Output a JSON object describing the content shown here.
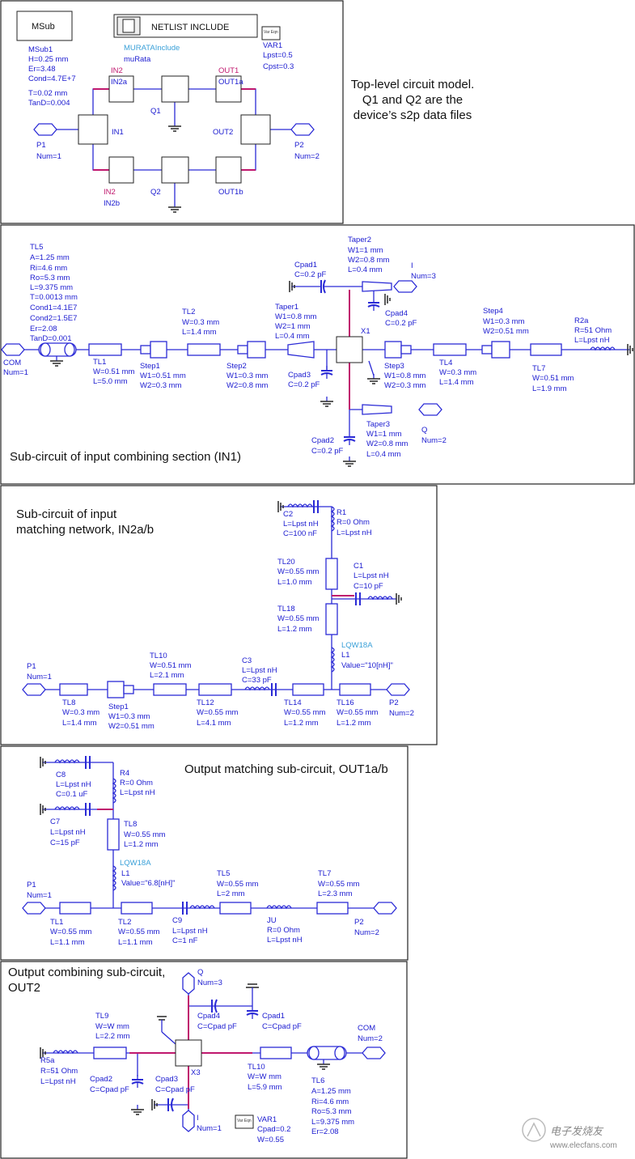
{
  "panel1": {
    "msub_box": "MSub",
    "msub": [
      "MSub1",
      "H=0.25 mm",
      "Er=3.48",
      "Cond=4.7E+7",
      "T=0.02 mm",
      "TanD=0.004"
    ],
    "netlist_title": "NETLIST INCLUDE",
    "netlist": [
      "MURATAInclude",
      "muRata"
    ],
    "var_icon": "Var Eqn",
    "var": [
      "VAR1",
      "Lpst=0.5",
      "Cpst=0.3"
    ],
    "in2_top": "IN2",
    "in2a": "IN2a",
    "out1_top": "OUT1",
    "out1a": "OUT1a",
    "q1": "Q1",
    "q2": "Q2",
    "in1": "IN1",
    "out2": "OUT2",
    "p1": [
      "P1",
      "Num=1"
    ],
    "p2": [
      "P2",
      "Num=2"
    ],
    "in2_bot": "IN2",
    "in2b": "IN2b",
    "out1b": "OUT1b",
    "caption": [
      "Top-level circuit model.",
      "Q1 and Q2 are the",
      "device’s s2p data files"
    ]
  },
  "panel2": {
    "tl5": [
      "TL5",
      "A=1.25 mm",
      "Ri=4.6 mm",
      "Ro=5.3 mm",
      "L=9.375 mm",
      "T=0.0013 mm",
      "Cond1=4.1E7",
      "Cond2=1.5E7",
      "Er=2.08",
      "TanD=0.001"
    ],
    "com": [
      "COM",
      "Num=1"
    ],
    "tl1": [
      "TL1",
      "W=0.51 mm",
      "L=5.0 mm"
    ],
    "step1": [
      "Step1",
      "W1=0.51 mm",
      "W2=0.3 mm"
    ],
    "tl2": [
      "TL2",
      "W=0.3 mm",
      "L=1.4 mm"
    ],
    "step2": [
      "Step2",
      "W1=0.3 mm",
      "W2=0.8 mm"
    ],
    "taper1": [
      "Taper1",
      "W1=0.8 mm",
      "W2=1 mm",
      "L=0.4 mm"
    ],
    "cpad1": [
      "Cpad1",
      "C=0.2 pF"
    ],
    "taper2": [
      "Taper2",
      "W1=1 mm",
      "W2=0.8 mm",
      "L=0.4 mm"
    ],
    "i_port": [
      "I",
      "Num=3"
    ],
    "cpad4": [
      "Cpad4",
      "C=0.2 pF"
    ],
    "x1": "X1",
    "cpad3": [
      "Cpad3",
      "C=0.2 pF"
    ],
    "step3": [
      "Step3",
      "W1=0.8 mm",
      "W2=0.3 mm"
    ],
    "tl4": [
      "TL4",
      "W=0.3 mm",
      "L=1.4 mm"
    ],
    "step4": [
      "Step4",
      "W1=0.3 mm",
      "W2=0.51 mm"
    ],
    "tl7": [
      "TL7",
      "W=0.51 mm",
      "L=1.9 mm"
    ],
    "r2a": [
      "R2a",
      "R=51 Ohm",
      "L=Lpst nH"
    ],
    "taper3": [
      "Taper3",
      "W1=1 mm",
      "W2=0.8 mm",
      "L=0.4 mm"
    ],
    "q_port": [
      "Q",
      "Num=2"
    ],
    "cpad2": [
      "Cpad2",
      "C=0.2 pF"
    ],
    "caption": "Sub-circuit of input combining section (IN1)"
  },
  "panel3": {
    "caption": [
      "Sub-circuit of input",
      "matching network, IN2a/b"
    ],
    "c2": [
      "C2",
      "L=Lpst nH",
      "C=100 nF"
    ],
    "r1": [
      "R1",
      "R=0 Ohm",
      "L=Lpst nH"
    ],
    "tl20": [
      "TL20",
      "W=0.55 mm",
      "L=1.0 mm"
    ],
    "c1": [
      "C1",
      "L=Lpst nH",
      "C=10 pF"
    ],
    "tl18": [
      "TL18",
      "W=0.55 mm",
      "L=1.2 mm"
    ],
    "lqw": "LQW18A",
    "l1": [
      "L1",
      "Value=\"10[nH]\""
    ],
    "p1": [
      "P1",
      "Num=1"
    ],
    "tl8": [
      "TL8",
      "W=0.3 mm",
      "L=1.4 mm"
    ],
    "step1": [
      "Step1",
      "W1=0.3 mm",
      "W2=0.51 mm"
    ],
    "tl10": [
      "TL10",
      "W=0.51 mm",
      "L=2.1 mm"
    ],
    "tl12": [
      "TL12",
      "W=0.55 mm",
      "L=4.1 mm"
    ],
    "c3": [
      "C3",
      "L=Lpst nH",
      "C=33 pF"
    ],
    "tl14": [
      "TL14",
      "W=0.55 mm",
      "L=1.2 mm"
    ],
    "tl16": [
      "TL16",
      "W=0.55 mm",
      "L=1.2 mm"
    ],
    "p2": [
      "P2",
      "Num=2"
    ]
  },
  "panel4": {
    "caption": "Output matching sub-circuit, OUT1a/b",
    "c8": [
      "C8",
      "L=Lpst nH",
      "C=0.1 uF"
    ],
    "r4": [
      "R4",
      "R=0 Ohm",
      "L=Lpst nH"
    ],
    "c7": [
      "C7",
      "L=Lpst nH",
      "C=15 pF"
    ],
    "tl8": [
      "TL8",
      "W=0.55 mm",
      "L=1.2 mm"
    ],
    "lqw": "LQW18A",
    "l1": [
      "L1",
      "Value=\"6.8[nH]\""
    ],
    "p1": [
      "P1",
      "Num=1"
    ],
    "tl1": [
      "TL1",
      "W=0.55 mm",
      "L=1.1 mm"
    ],
    "tl2": [
      "TL2",
      "W=0.55 mm",
      "L=1.1 mm"
    ],
    "c9": [
      "C9",
      "L=Lpst nH",
      "C=1 nF"
    ],
    "tl5": [
      "TL5",
      "W=0.55 mm",
      "L=2 mm"
    ],
    "ju": [
      "JU",
      "R=0 Ohm",
      "L=Lpst nH"
    ],
    "tl7": [
      "TL7",
      "W=0.55 mm",
      "L=2.3 mm"
    ],
    "p2": [
      "P2",
      "Num=2"
    ]
  },
  "panel5": {
    "caption": [
      "Output combining sub-circuit,",
      "OUT2"
    ],
    "q_port": [
      "Q",
      "Num=3"
    ],
    "tl9": [
      "TL9",
      "W=W mm",
      "L=2.2 mm"
    ],
    "cpad4": [
      "Cpad4",
      "C=Cpad pF"
    ],
    "cpad1": [
      "Cpad1",
      "C=Cpad pF"
    ],
    "com": [
      "COM",
      "Num=2"
    ],
    "r5a": [
      "R5a",
      "R=51 Ohm",
      "L=Lpst nH"
    ],
    "x3": "X3",
    "tl10": [
      "TL10",
      "W=W mm",
      "L=5.9 mm"
    ],
    "cpad2": [
      "Cpad2",
      "C=Cpad pF"
    ],
    "cpad3": [
      "Cpad3",
      "C=Cpad pF"
    ],
    "tl6": [
      "TL6",
      "A=1.25 mm",
      "Ri=4.6 mm",
      "Ro=5.3 mm",
      "L=9.375 mm",
      "Er=2.08"
    ],
    "i_port": [
      "I",
      "Num=1"
    ],
    "var_icon": "Var Eqn",
    "var": [
      "VAR1",
      "Cpad=0.2",
      "W=0.55"
    ]
  },
  "watermark": [
    "电子发烧友",
    "www.elecfans.com"
  ]
}
